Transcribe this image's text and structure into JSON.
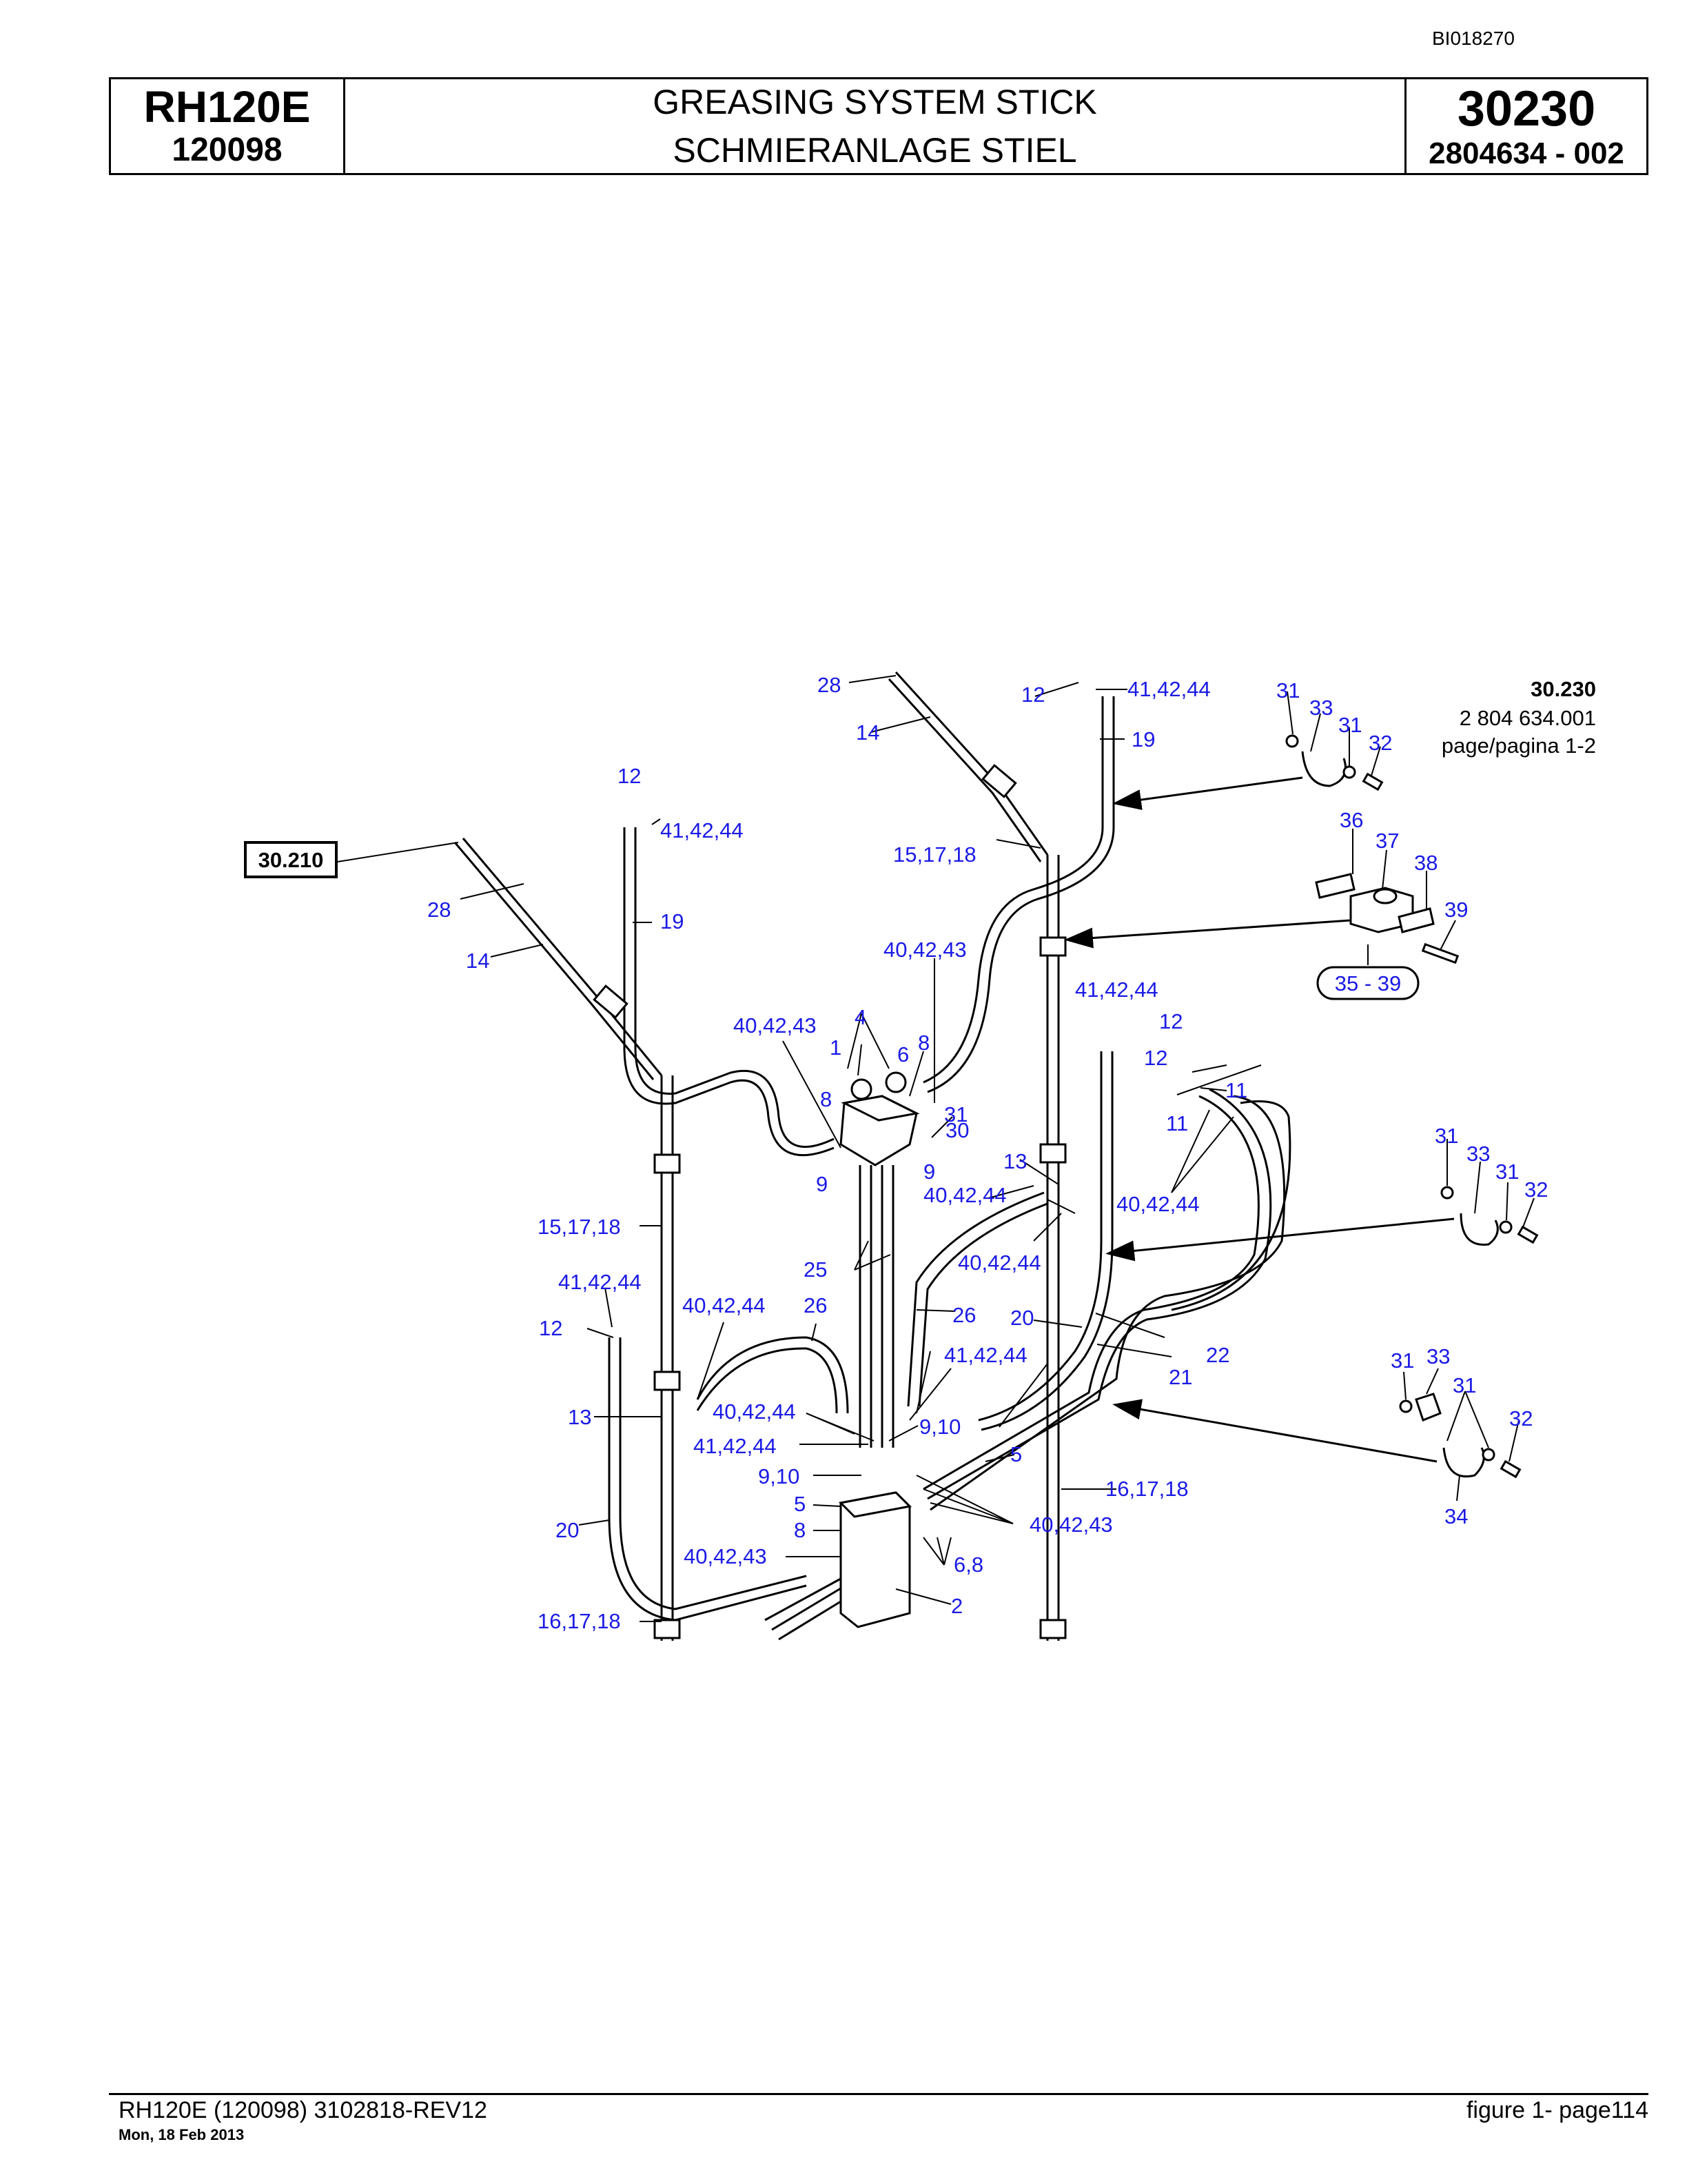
{
  "doc_id": "BI018270",
  "header": {
    "model": "RH120E",
    "serial": "120098",
    "title_en": "GREASING SYSTEM STICK",
    "title_de": "SCHMIERANLAGE STIEL",
    "group": "30230",
    "part_no": "2804634  - 002"
  },
  "reference": {
    "group": "30.230",
    "number": "2 804 634.001",
    "pages": "page/pagina 1-2",
    "link_box": "30.210",
    "range_box": "35  -  39"
  },
  "labels": {
    "l12": "12",
    "l19": "19",
    "l14": "14",
    "l28": "28",
    "l414244": "41,42,44",
    "l151718": "15,17,18",
    "l404243": "40,42,43",
    "l404244": "40,42,44",
    "l161718": "16,17,18",
    "l20": "20",
    "l13": "13",
    "l1": "1",
    "l2": "2",
    "l4": "4",
    "l5": "5",
    "l6": "6",
    "l8": "8",
    "l9": "9",
    "l910": "9,10",
    "l68": "6,8",
    "l11": "11",
    "l21": "21",
    "l22": "22",
    "l25": "25",
    "l26": "26",
    "l30": "30",
    "l31": "31",
    "l32": "32",
    "l33": "33",
    "l34": "34",
    "l36": "36",
    "l37": "37",
    "l38": "38",
    "l39": "39"
  },
  "footer": {
    "left": "RH120E (120098) 3102818-REV12",
    "date": "Mon, 18 Feb 2013",
    "right": "figure  1- page114"
  }
}
